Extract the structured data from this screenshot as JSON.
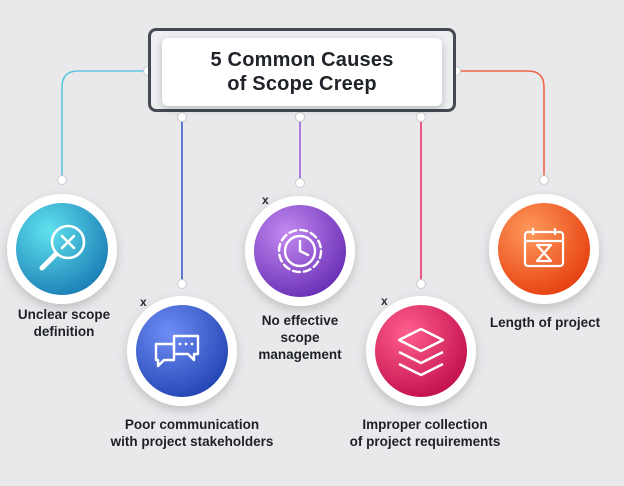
{
  "title": {
    "line1": "5 Common Causes",
    "line2": "of Scope Creep"
  },
  "causes": [
    {
      "label_lines": [
        "Unclear scope",
        "definition"
      ],
      "icon": "magnifier-x-icon",
      "gradient": [
        "#5fe3ee",
        "#1c7fb6"
      ],
      "line_color": "#5fc6de"
    },
    {
      "label_lines": [
        "Poor communication",
        "with project stakeholders"
      ],
      "icon": "chat-bubbles-icon",
      "gradient": [
        "#6f8df5",
        "#2446b4"
      ],
      "line_color": "#3f5fc8",
      "mark": "x"
    },
    {
      "label_lines": [
        "No effective",
        "scope",
        "management"
      ],
      "icon": "gear-clock-icon",
      "gradient": [
        "#c389f0",
        "#6a2fb6"
      ],
      "line_color": "#9a64d6",
      "mark": "x"
    },
    {
      "label_lines": [
        "Improper collection",
        "of project requirements"
      ],
      "icon": "layers-icon",
      "gradient": [
        "#ff5f8d",
        "#c3104e"
      ],
      "line_color": "#e6336d",
      "mark": "x"
    },
    {
      "label_lines": [
        "Length of project"
      ],
      "icon": "calendar-hourglass-icon",
      "gradient": [
        "#ff9a5c",
        "#e64010"
      ],
      "line_color": "#f0664a"
    }
  ]
}
